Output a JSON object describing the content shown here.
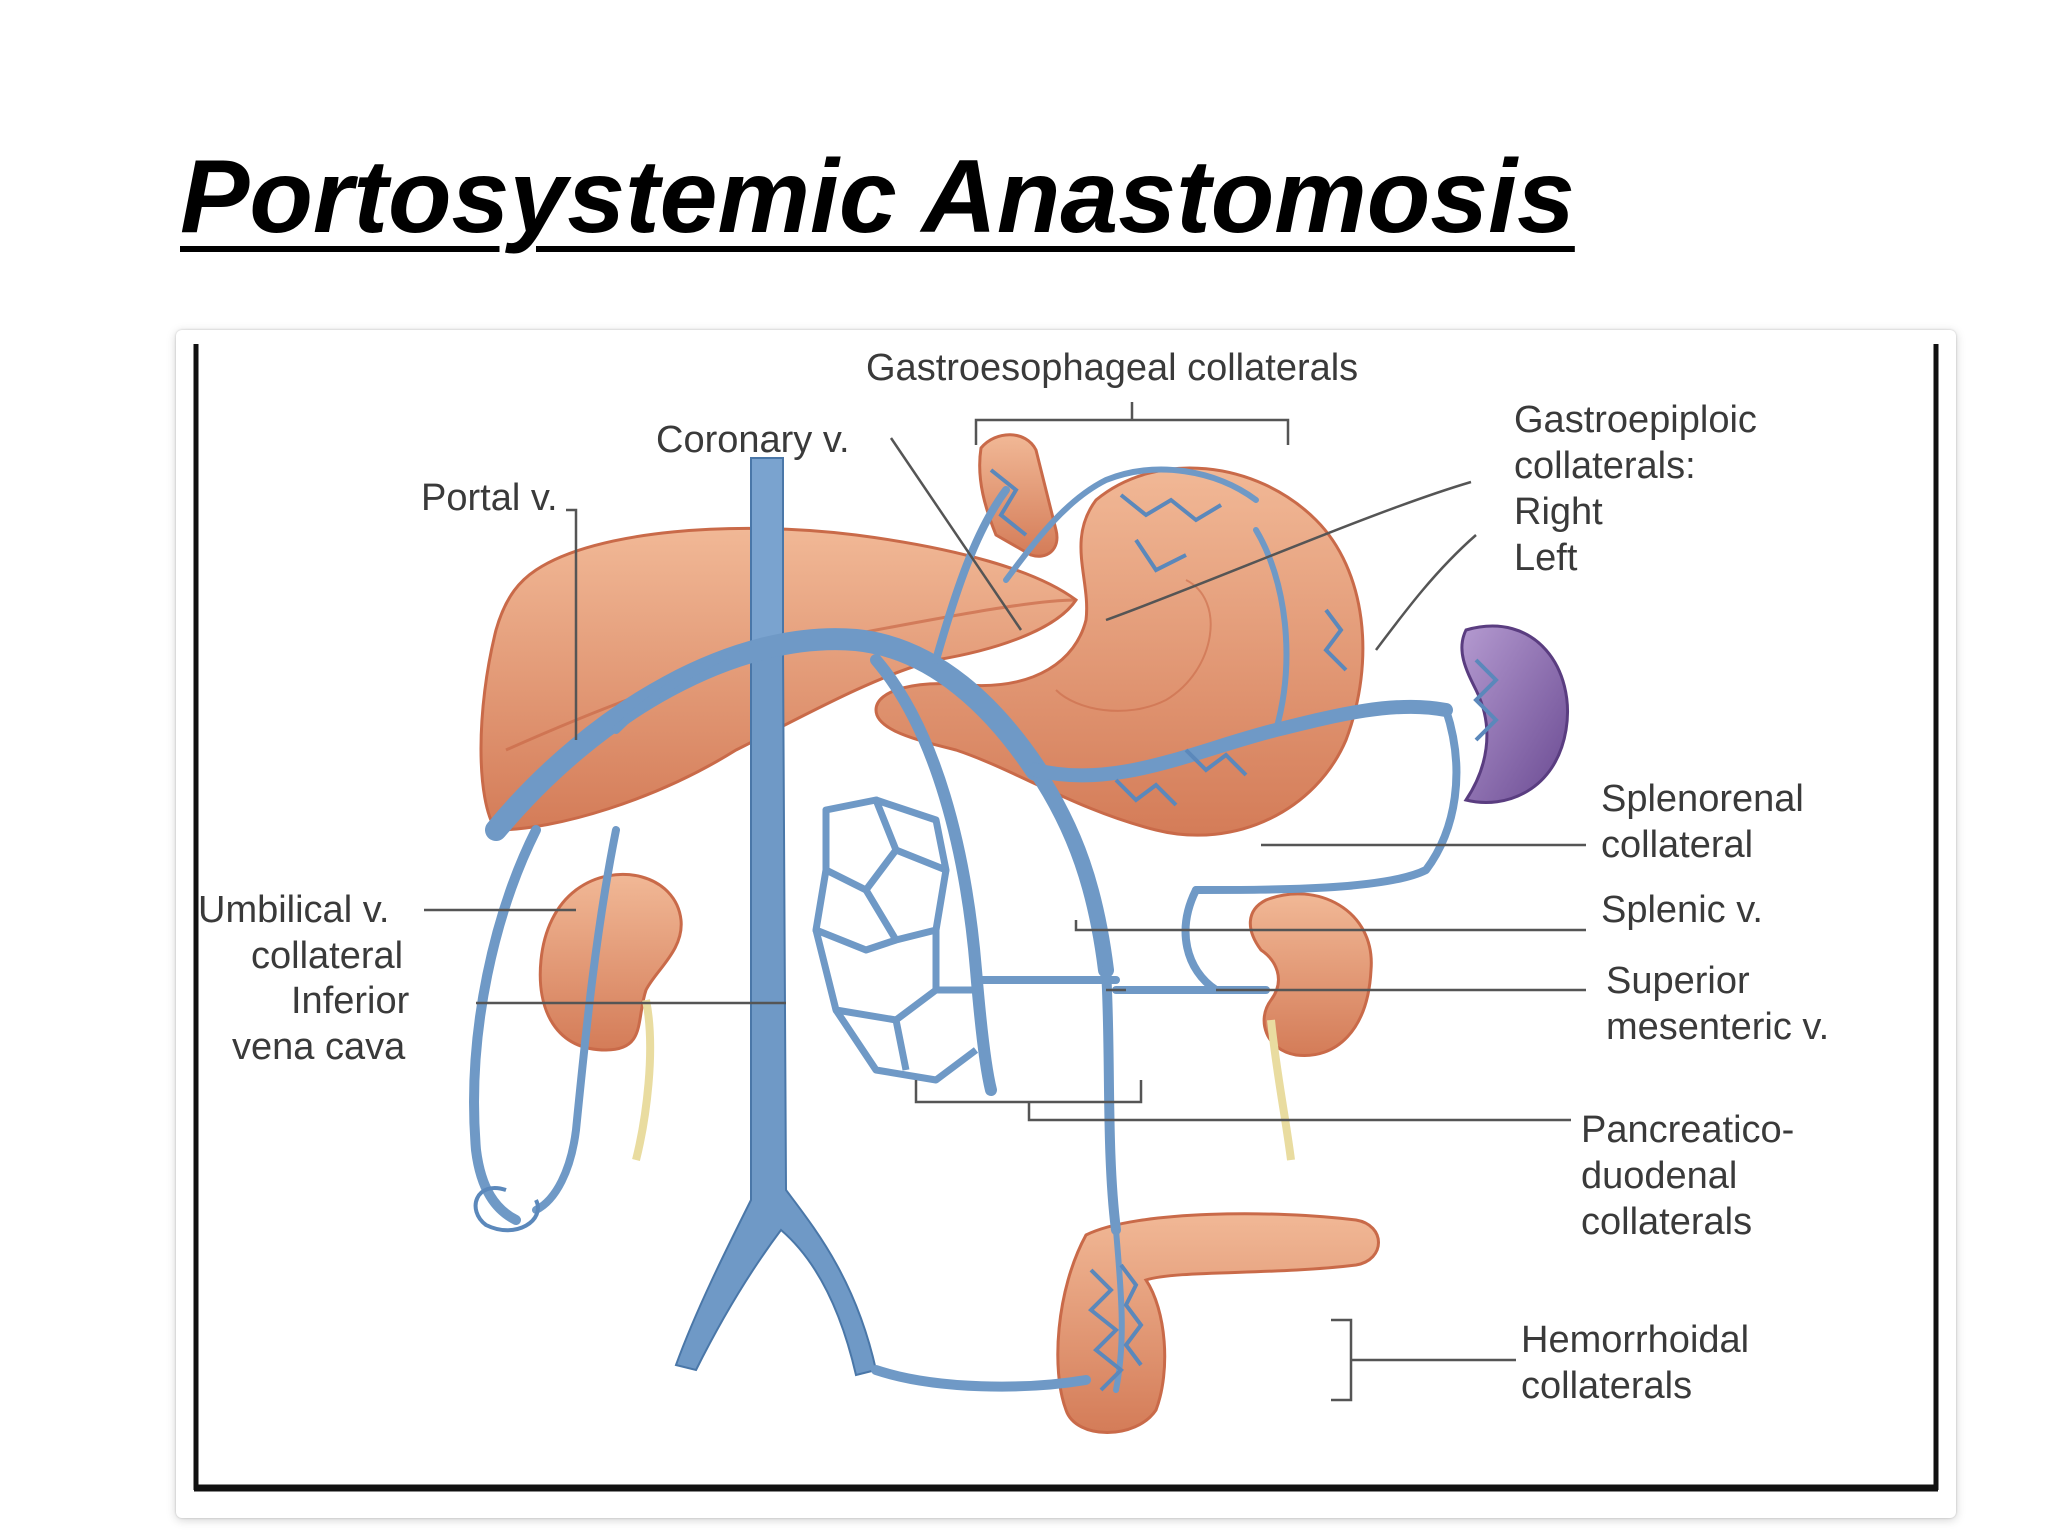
{
  "slide": {
    "title": "Portosystemic Anastomosis"
  },
  "diagram": {
    "labels": {
      "gastroesophageal": "Gastroesophageal collaterals",
      "coronary": "Coronary v.",
      "portal": "Portal v.",
      "gastroepiploic_1": "Gastroepiploic",
      "gastroepiploic_2": "collaterals:",
      "right": "Right",
      "left": "Left",
      "splenorenal_1": "Splenorenal",
      "splenorenal_2": "collateral",
      "umbilical_1": "Umbilical v.",
      "umbilical_2": "collateral",
      "ivc_1": "Inferior",
      "ivc_2": "vena cava",
      "splenic": "Splenic v.",
      "sup_mes_1": "Superior",
      "sup_mes_2": "mesenteric v.",
      "pancreatico_1": "Pancreatico-",
      "pancreatico_2": "duodenal",
      "pancreatico_3": "collaterals",
      "hemorrhoidal_1": "Hemorrhoidal",
      "hemorrhoidal_2": "collaterals"
    },
    "colors": {
      "vein": "#6f99c6",
      "vein_dark": "#4a77a8",
      "organ": "#e6a07e",
      "organ_dark": "#c96a49",
      "spleen": "#8a6aae",
      "label": "#3a3a3a",
      "leader": "#555555"
    }
  }
}
